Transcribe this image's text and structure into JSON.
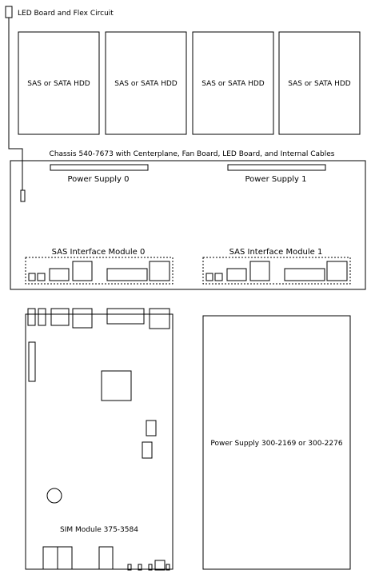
{
  "led_board": {
    "label": "LED Board and Flex Circuit"
  },
  "hdd_bays": [
    {
      "label": "SAS or SATA HDD"
    },
    {
      "label": "SAS or SATA HDD"
    },
    {
      "label": "SAS or SATA HDD"
    },
    {
      "label": "SAS or SATA HDD"
    }
  ],
  "chassis": {
    "label": "Chassis 540-7673 with Centerplane, Fan Board, LED Board, and Internal Cables",
    "power_supply_slots": [
      {
        "label": "Power Supply 0"
      },
      {
        "label": "Power Supply 1"
      }
    ],
    "interface_modules": [
      {
        "label": "SAS Interface Module 0"
      },
      {
        "label": "SAS Interface Module 1"
      }
    ]
  },
  "sim_module": {
    "label": "SIM Module 375-3584"
  },
  "power_supply_unit": {
    "label": "Power Supply 300-2169 or 300-2276"
  }
}
